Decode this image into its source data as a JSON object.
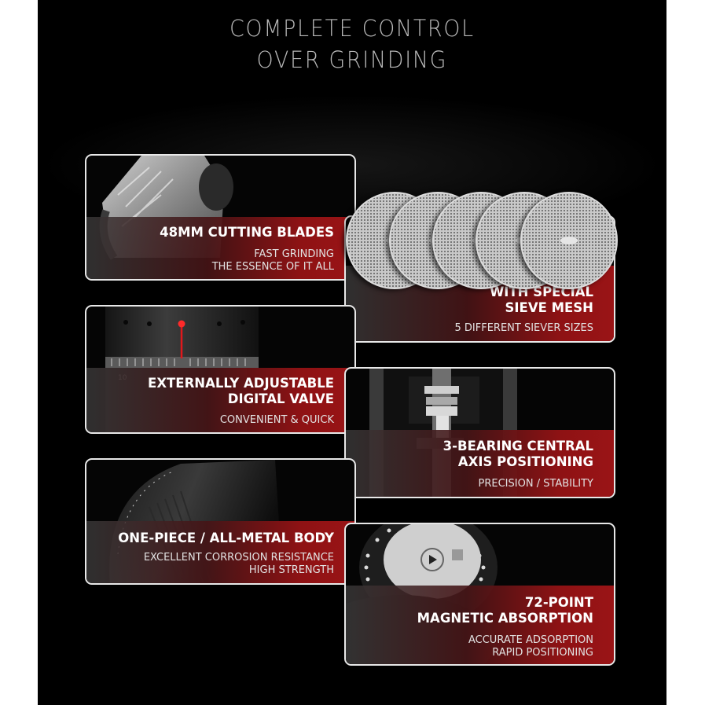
{
  "headline": {
    "line1": "COMPLETE CONTROL",
    "line2": "OVER GRINDING"
  },
  "colors": {
    "background": "#000000",
    "accent_red": "#9a1416",
    "card_border": "#e8e8e8",
    "headline_text": "#b9b9b9"
  },
  "features": [
    {
      "title_lines": [
        "48MM CUTTING BLADES"
      ],
      "sub_lines": [
        "FAST GRINDING",
        "THE ESSENCE OF IT ALL"
      ],
      "image": "conical-burr-blade"
    },
    {
      "title_lines": [
        "WITH SPECIAL",
        "SIEVE MESH"
      ],
      "sub_lines": [
        "5 DIFFERENT SIEVER SIZES"
      ],
      "image": "five-sieve-mesh-discs"
    },
    {
      "title_lines": [
        "EXTERNALLY ADJUSTABLE",
        "DIGITAL VALVE"
      ],
      "sub_lines": [
        "CONVENIENT & QUICK"
      ],
      "image": "adjustment-dial",
      "dial_number": "10"
    },
    {
      "title_lines": [
        "3-BEARING CENTRAL",
        "AXIS POSITIONING"
      ],
      "sub_lines": [
        "PRECISION / STABILITY"
      ],
      "image": "central-axis-bearing-cutaway"
    },
    {
      "title_lines": [
        "ONE-PIECE / ALL-METAL BODY"
      ],
      "sub_lines": [
        "EXCELLENT CORROSION RESISTANCE",
        "HIGH STRENGTH"
      ],
      "image": "metal-body-cylinder"
    },
    {
      "title_lines": [
        "72-POINT",
        "MAGNETIC ABSORPTION"
      ],
      "sub_lines": [
        "ACCURATE ADSORPTION",
        "RAPID POSITIONING"
      ],
      "image": "magnetic-lid-base"
    }
  ],
  "sieve_count": 5
}
